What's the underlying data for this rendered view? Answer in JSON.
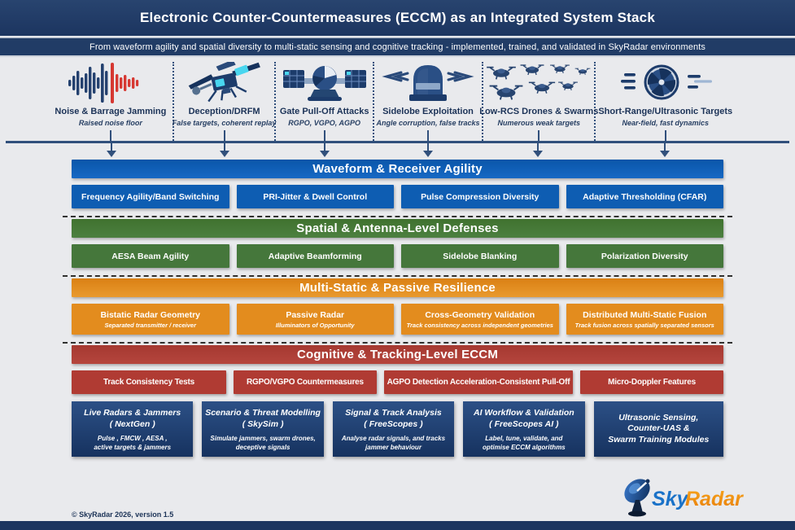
{
  "header": {
    "title": "Electronic Counter-Countermeasures (ECCM) as an Integrated System Stack",
    "subtitle": "From waveform agility and spatial diversity to multi-static sensing and cognitive tracking - implemented, trained, and validated in SkyRadar environments"
  },
  "threats": [
    {
      "icon": "noise-waveform-icon",
      "label": "Noise & Barrage Jamming",
      "sub": "Raised noise floor"
    },
    {
      "icon": "drfm-satellite-icon",
      "label": "Deception/DRFM",
      "sub": "False targets, coherent replay"
    },
    {
      "icon": "satellite-icon",
      "label": "Gate Pull-Off Attacks",
      "sub": "RGPO, VGPO, AGPO"
    },
    {
      "icon": "radar-dome-icon",
      "label": "Sidelobe Exploitation",
      "sub": "Angle corruption, false tracks"
    },
    {
      "icon": "drone-swarm-icon",
      "label": "Low-RCS Drones & Swarms",
      "sub": "Numerous weak targets"
    },
    {
      "icon": "ultrasonic-fan-icon",
      "label": "Short-Range/Ultrasonic Targets",
      "sub": "Near-field, fast dynamics"
    }
  ],
  "layers": [
    {
      "title": "Waveform & Receiver Agility",
      "accent": "#0e5db2",
      "boxes": [
        {
          "label": "Frequency Agility/Band Switching"
        },
        {
          "label": "PRI-Jitter & Dwell Control"
        },
        {
          "label": "Pulse Compression Diversity"
        },
        {
          "label": "Adaptive Thresholding (CFAR)"
        }
      ]
    },
    {
      "title": "Spatial & Antenna-Level Defenses",
      "accent": "#45773b",
      "boxes": [
        {
          "label": "AESA Beam Agility"
        },
        {
          "label": "Adaptive Beamforming"
        },
        {
          "label": "Sidelobe Blanking"
        },
        {
          "label": "Polarization Diversity"
        }
      ]
    },
    {
      "title": "Multi-Static & Passive Resilience",
      "accent": "#e38c1e",
      "boxes": [
        {
          "label": "Bistatic Radar Geometry",
          "sub": "Separated transmitter / receiver"
        },
        {
          "label": "Passive Radar",
          "sub": "Illuminators of Opportunity"
        },
        {
          "label": "Cross-Geometry Validation",
          "sub": "Track consistency across independent geometries"
        },
        {
          "label": "Distributed Multi-Static Fusion",
          "sub": "Track fusion across spatially separated sensors"
        }
      ]
    },
    {
      "title": "Cognitive & Tracking-Level ECCM",
      "accent": "#b03b33",
      "boxes": [
        {
          "label": "Track Consistency Tests"
        },
        {
          "label": "RGPO/VGPO Countermeasures"
        },
        {
          "label": "AGPO Detection Acceleration-Consistent Pull-Off"
        },
        {
          "label": "Micro-Doppler Features"
        }
      ]
    }
  ],
  "platforms": [
    {
      "t1": "Live Radars  & Jammers",
      "t2": "( NextGen )",
      "t3": "",
      "d1": "Pulse , FMCW , AESA ,",
      "d2": "active targets & jammers"
    },
    {
      "t1": "Scenario & Threat Modelling",
      "t2": "( SkySim )",
      "t3": "",
      "d1": "Simulate jammers, swarm drones,",
      "d2": "deceptive signals"
    },
    {
      "t1": "Signal & Track Analysis",
      "t2": "( FreeScopes )",
      "t3": "",
      "d1": "Analyse radar signals, and tracks",
      "d2": "jammer behaviour"
    },
    {
      "t1": "AI Workflow & Validation",
      "t2": "( FreeScopes AI )",
      "t3": "",
      "d1": "Label, tune, validate, and",
      "d2": "optimise ECCM algorithms"
    },
    {
      "t1": "Ultrasonic Sensing,",
      "t2": "Counter-UAS &",
      "t3": "Swarm Training Modules",
      "d1": "",
      "d2": ""
    }
  ],
  "footer": {
    "copyright": "© SkyRadar 2026, version 1.5",
    "logo_sky": "Sky",
    "logo_radar": "Radar"
  },
  "colors": {
    "navy": "#1c3560",
    "blue": "#0e5db2",
    "green": "#45773b",
    "orange": "#e38c1e",
    "red": "#b03b33",
    "threat_red": "#d63832",
    "logo_blue": "#1a72c8",
    "logo_orange": "#f0920f"
  }
}
